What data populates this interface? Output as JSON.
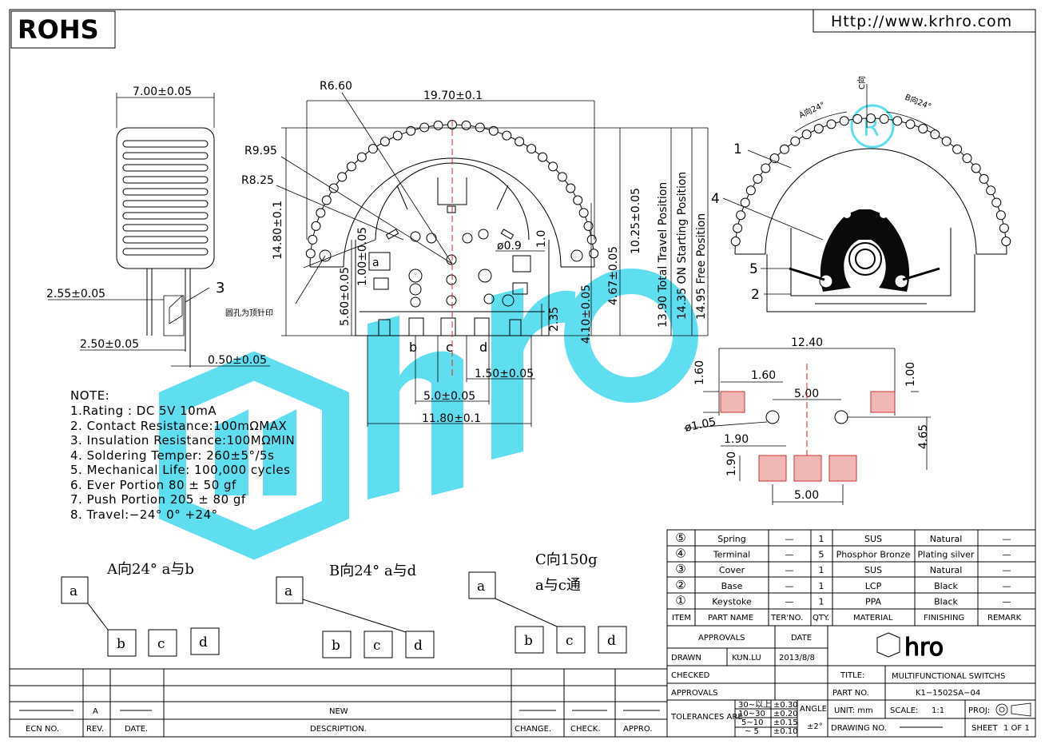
{
  "header": {
    "rohs": "ROHS",
    "url": "Http://www.krhro.com"
  },
  "dims": {
    "side_width": "7.00±0.05",
    "d_255": "2.55±0.05",
    "d_250": "2.50±0.05",
    "d_050": "0.50±0.05",
    "callout_3": "3",
    "r660": "R6.60",
    "r995": "R9.95",
    "r825": "R8.25",
    "d1970": "19.70±0.1",
    "d1480": "14.80±0.1",
    "d560": "5.60±0.05",
    "d100": "1.00±0.05",
    "d1025": "10.25±0.05",
    "d467": "4.67±0.05",
    "d410": "4.10±0.05",
    "d235": "2.35",
    "d10": "1.0",
    "d09": "ø0.9",
    "d150": "1.50±0.05",
    "d50": "5.0±0.05",
    "d1180": "11.80±0.1",
    "total_travel": "13.90 Total Travel Position",
    "on_start": "14.35 ON Starting Position",
    "free_pos": "14.95 Free Position",
    "pin_note": "圆孔为顶针印",
    "label_a": "a",
    "label_b": "b",
    "label_c": "c",
    "label_d": "d"
  },
  "right_view": {
    "a_dir": "A向24°",
    "c_dir": "C向",
    "b_dir": "B向24°",
    "c1": "1",
    "c2": "2",
    "c4": "4",
    "c5": "5"
  },
  "pcb": {
    "d1240": "12.40",
    "d160a": "1.60",
    "d160b": "1.60",
    "d100": "1.00",
    "d500a": "5.00",
    "d105": "ø1.05",
    "d465": "4.65",
    "d190a": "1.90",
    "d190b": "1.90",
    "d500b": "5.00"
  },
  "notes": {
    "title": "NOTE:",
    "lines": [
      "1.Rating : DC 5V 10mA",
      "2. Contact Resistance:100mΩMAX",
      "3. Insulation Resistance:100MΩMIN",
      "4. Soldering Temper: 260±5°/5s",
      "5. Mechanical Life: 100,000 cycles",
      "6. Ever Portion 80 ± 50 gf",
      "7. Push Portion 205 ± 80 gf",
      "8. Travel:−24° 0° +24°"
    ]
  },
  "states": {
    "a_caption": "A向24° a与b",
    "b_caption": "B向24° a与d",
    "c_caption1": "C向150g",
    "c_caption2": "a与c通"
  },
  "bom": {
    "rows": [
      {
        "item": "⑤",
        "part": "Spring",
        "ter": "—",
        "qty": "1",
        "material": "SUS",
        "finish": "Natural",
        "remark": "—"
      },
      {
        "item": "④",
        "part": "Terminal",
        "ter": "—",
        "qty": "5",
        "material": "Phosphor Bronze",
        "finish": "Plating silver",
        "remark": "—"
      },
      {
        "item": "③",
        "part": "Cover",
        "ter": "—",
        "qty": "1",
        "material": "SUS",
        "finish": "Natural",
        "remark": "—"
      },
      {
        "item": "②",
        "part": "Base",
        "ter": "—",
        "qty": "1",
        "material": "LCP",
        "finish": "Black",
        "remark": "—"
      },
      {
        "item": "①",
        "part": "Keystoke",
        "ter": "—",
        "qty": "1",
        "material": "PPA",
        "finish": "Black",
        "remark": "—"
      }
    ],
    "headers": {
      "item": "ITEM",
      "part": "PART NAME",
      "ter": "TER'NO.",
      "qty": "QTY.",
      "material": "MATERIAL",
      "finish": "FINISHING",
      "remark": "REMARK"
    }
  },
  "title_block": {
    "approvals": "APPROVALS",
    "date": "DATE",
    "drawn": "DRAWN",
    "drawn_by": "KUN.LU",
    "drawn_date": "2013/8/8",
    "checked": "CHECKED",
    "approvals2": "APPROVALS",
    "title_label": "TITLE:",
    "title": "MULTIFUNCTIONAL SWITCHS",
    "part_no_label": "PART NO.",
    "part_no": "K1−1502SA−04",
    "unit_label": "UNIT: mm",
    "scale_label": "SCALE:",
    "scale": "1:1",
    "proj": "PROJ:",
    "tolerances": "TOLERANCES ARE",
    "tol_rows": [
      [
        "30~以上",
        "±0.30"
      ],
      [
        "10~30",
        "±0.20"
      ],
      [
        "5~10",
        "±0.15"
      ],
      [
        "~ 5",
        "±0.10"
      ]
    ],
    "angle": "ANGLE",
    "angle_val": "±2°",
    "drawing_no": "DRAWING NO.",
    "sheet": "SHEET",
    "sheet_val": "1 OF 1",
    "logo_text": "hro"
  },
  "revision": {
    "rev": "A",
    "description": "NEW",
    "headers": {
      "ecn": "ECN NO.",
      "rev": "REV.",
      "date": "DATE.",
      "desc": "DESCRIPTION.",
      "change": "CHANGE.",
      "check": "CHECK.",
      "appro": "APPRO."
    }
  },
  "watermark": "hro"
}
